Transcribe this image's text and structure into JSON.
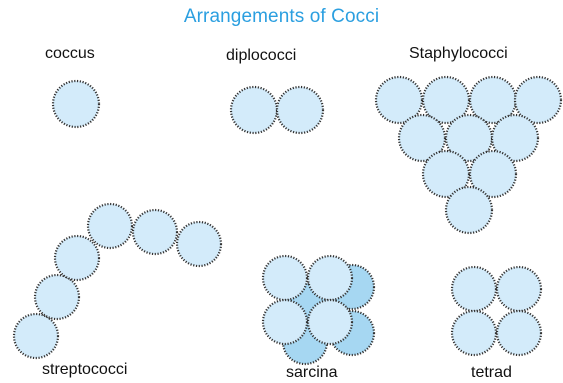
{
  "title": "Arrangements of Cocci",
  "labels": {
    "coccus": "coccus",
    "diplococci": "diplococci",
    "staphylococci": "Staphylococci",
    "streptococci": "streptococci",
    "sarcina": "sarcina",
    "tetrad": "tetrad"
  },
  "colors": {
    "title": "#2b9fe0",
    "cell_fill": "#d3ebfa",
    "cell_back_fill": "#a6d7f2",
    "cell_stroke": "#333333"
  }
}
